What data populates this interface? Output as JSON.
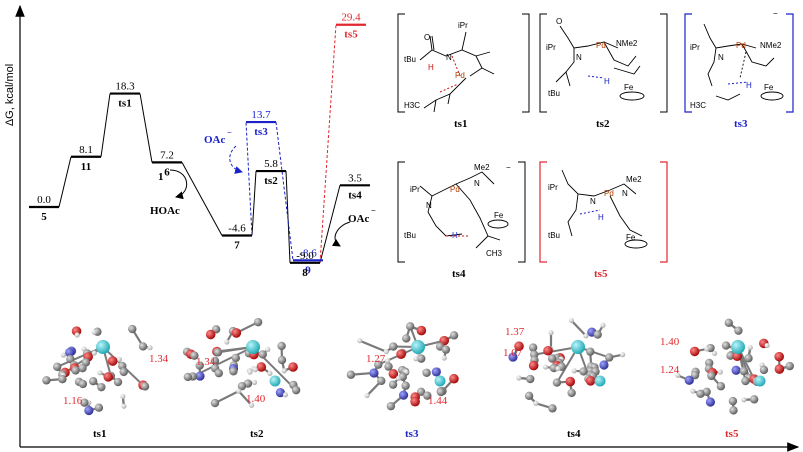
{
  "axis": {
    "y_label": "ΔG, kcal/mol"
  },
  "colors": {
    "black": "#000000",
    "blue": "#1a22c8",
    "red": "#e0282e",
    "pd": "#3ecfd8",
    "carbon": "#8a8a8a",
    "oxygen": "#c81414",
    "nitrogen": "#3a3aa8"
  },
  "chart_data": {
    "type": "energy-profile",
    "species": [
      {
        "id": "5",
        "energy": 0.0,
        "energy_label": "0.0",
        "name": "5",
        "path": "black"
      },
      {
        "id": "11",
        "energy": 8.1,
        "energy_label": "8.1",
        "name": "11",
        "path": "black"
      },
      {
        "id": "ts1",
        "energy": 18.3,
        "energy_label": "18.3",
        "name": "ts1",
        "path": "black"
      },
      {
        "id": "6",
        "energy": 7.2,
        "energy_label": "7.2",
        "name": "6",
        "path": "black"
      },
      {
        "id": "7",
        "energy": -4.6,
        "energy_label": "-4.6",
        "name": "7",
        "path": "black"
      },
      {
        "id": "ts2",
        "energy": 5.8,
        "energy_label": "5.8",
        "name": "ts2",
        "path": "black"
      },
      {
        "id": "ts3",
        "energy": 13.7,
        "energy_label": "13.7",
        "name": "ts3",
        "path": "blue"
      },
      {
        "id": "9",
        "energy": -8.6,
        "energy_label": "-8.6",
        "name": "9",
        "path": "blue"
      },
      {
        "id": "8",
        "energy": -9.0,
        "energy_label": "-9.0",
        "name": "8",
        "path": "black"
      },
      {
        "id": "ts4",
        "energy": 3.5,
        "energy_label": "3.5",
        "name": "ts4",
        "path": "black"
      },
      {
        "id": "ts5",
        "energy": 29.4,
        "energy_label": "29.4",
        "name": "ts5",
        "path": "red"
      }
    ],
    "annotations": {
      "reagent_1": "1",
      "hoac": "HOAc",
      "oac_blue": "OAc",
      "oac_right": "OAc",
      "minus": "−"
    }
  },
  "structures": [
    {
      "id": "ts1",
      "label": "ts1",
      "color": "black"
    },
    {
      "id": "ts2",
      "label": "ts2",
      "color": "black"
    },
    {
      "id": "ts3",
      "label": "ts3",
      "color": "blue"
    },
    {
      "id": "ts4",
      "label": "ts4",
      "color": "black"
    },
    {
      "id": "ts5",
      "label": "ts5",
      "color": "red"
    }
  ],
  "chem": {
    "ipr": "iPr",
    "tbu": "tBu",
    "pd": "Pd",
    "fe": "Fe",
    "n": "N",
    "h": "H",
    "o": "O",
    "nme2": "NMe2",
    "me2": "Me2",
    "h3c": "H3C",
    "ch3": "CH3",
    "minus": "−"
  },
  "models": [
    {
      "id": "ts1",
      "label": "ts1",
      "distances": [
        "1.34",
        "1.16"
      ]
    },
    {
      "id": "ts2",
      "label": "ts2",
      "distances": [
        "1.34",
        "1.40"
      ]
    },
    {
      "id": "ts3",
      "label": "ts3",
      "distances": [
        "1.27",
        "1.44"
      ]
    },
    {
      "id": "ts4",
      "label": "ts4",
      "distances": [
        "1.37",
        "1.07"
      ]
    },
    {
      "id": "ts5",
      "label": "ts5",
      "distances": [
        "1.40",
        "1.24"
      ]
    }
  ]
}
